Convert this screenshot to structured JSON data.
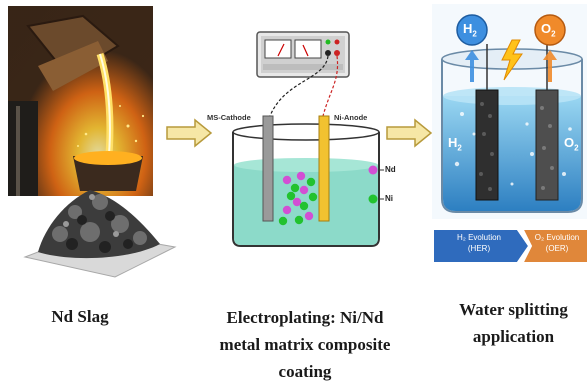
{
  "panels": {
    "slag": {
      "caption": "Nd Slag"
    },
    "electroplating": {
      "cathode_label": "MS-Cathode",
      "anode_label": "Ni-Anode",
      "legend": [
        {
          "label": "Nd",
          "color": "#d24fd4"
        },
        {
          "label": "Ni",
          "color": "#22c22f"
        }
      ],
      "caption_lines": [
        "Electroplating: Ni/Nd",
        "metal matrix composite",
        "coating"
      ]
    },
    "water": {
      "h2_bubble": "H",
      "h2_sub": "2",
      "o2_bubble": "O",
      "o2_sub": "2",
      "h2_electrode": "H",
      "h2_electrode_sub": "2",
      "o2_electrode": "O",
      "o2_electrode_sub": "2",
      "her_title": "H₂ Evolution",
      "her_sub": "(HER)",
      "oer_title": "O₂ Evolution",
      "oer_sub": "(OER)",
      "caption_lines": [
        "Water splitting",
        "application"
      ]
    }
  },
  "colors": {
    "arrow_fill": "#f6e7a6",
    "arrow_stroke": "#b79a3c",
    "electrolyte": "#7fd6c3",
    "her_band": "#2f6bbd",
    "oer_band": "#e0873a"
  }
}
